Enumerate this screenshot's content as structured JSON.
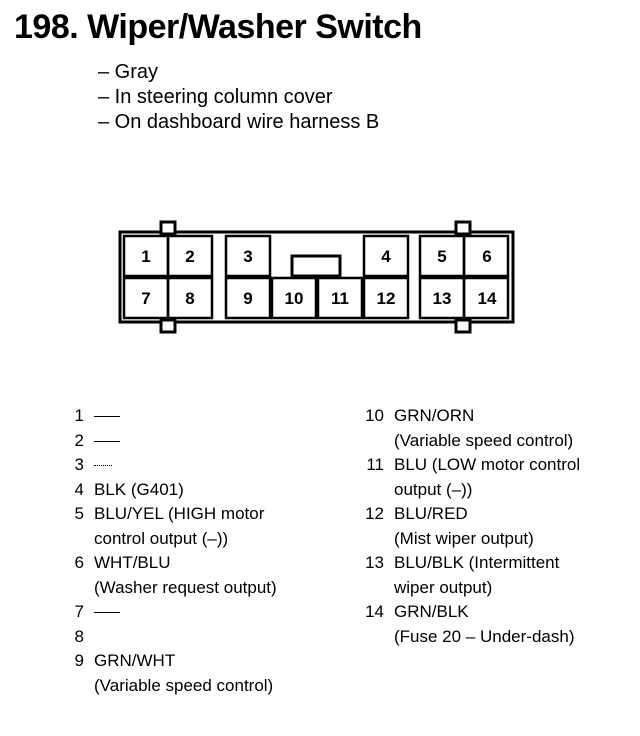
{
  "title": "198. Wiper/Washer Switch",
  "notes": [
    "– Gray",
    "– In steering column cover",
    "– On dashboard wire harness B"
  ],
  "connector": {
    "top_row": [
      "1",
      "2",
      "3",
      "4",
      "5",
      "6"
    ],
    "bottom_row": [
      "7",
      "8",
      "9",
      "10",
      "11",
      "12",
      "13",
      "14"
    ]
  },
  "pins_left": [
    {
      "num": "1",
      "empty": true
    },
    {
      "num": "2",
      "empty": true
    },
    {
      "num": "3",
      "empty": true
    },
    {
      "num": "4",
      "wire": "BLK (G401)"
    },
    {
      "num": "5",
      "wire": "BLU/YEL (HIGH motor",
      "desc": "control output (–))"
    },
    {
      "num": "6",
      "wire": "WHT/BLU",
      "desc": "(Washer request output)"
    },
    {
      "num": "7",
      "empty": true
    },
    {
      "num": "8"
    },
    {
      "num": "9",
      "wire": "GRN/WHT",
      "desc": "(Variable speed control)"
    }
  ],
  "pins_right": [
    {
      "num": "10",
      "wire": "GRN/ORN",
      "desc": "(Variable speed control)"
    },
    {
      "num": "11",
      "wire": "BLU (LOW motor control",
      "desc": "output (–))"
    },
    {
      "num": "12",
      "wire": "BLU/RED",
      "desc": "(Mist wiper output)"
    },
    {
      "num": "13",
      "wire": "BLU/BLK (Intermittent",
      "desc": "wiper output)"
    },
    {
      "num": "14",
      "wire": "GRN/BLK",
      "desc": "(Fuse 20 – Under-dash)"
    }
  ]
}
